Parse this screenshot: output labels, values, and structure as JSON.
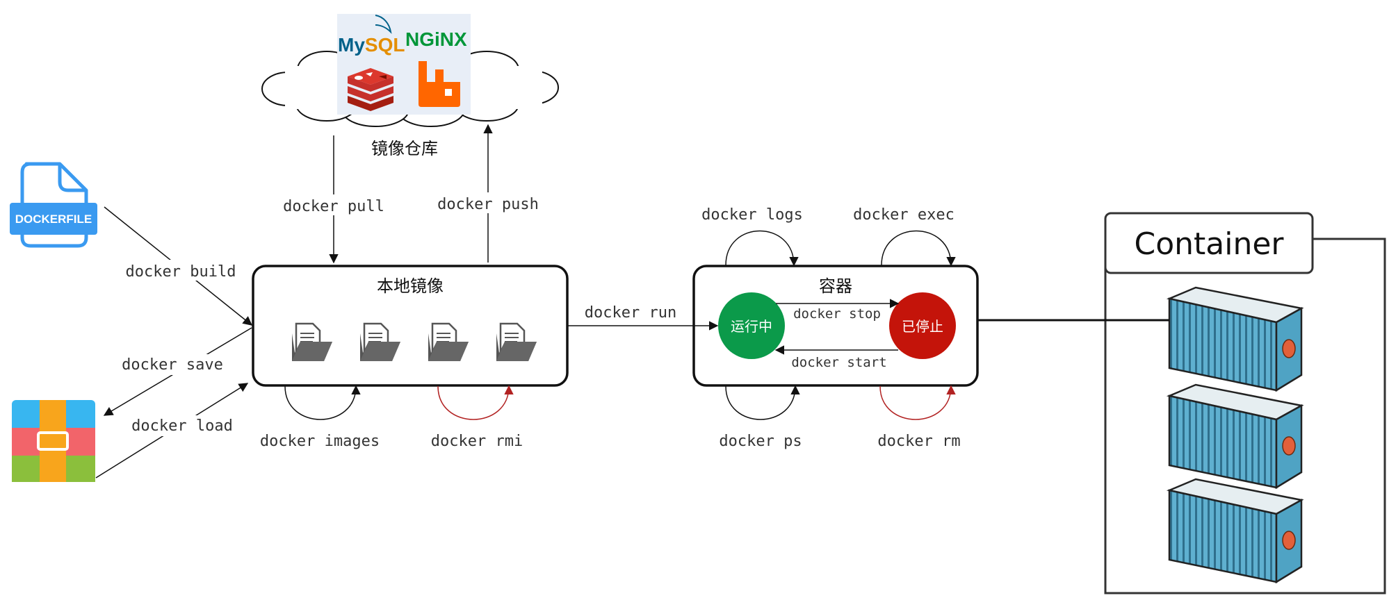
{
  "registry": {
    "label": "镜像仓库",
    "logos": {
      "mysql_my": "My",
      "mysql_sql": "SQL",
      "nginx": "NGiNX"
    }
  },
  "dockerfile": {
    "label": "DOCKERFILE"
  },
  "local_images": {
    "title": "本地镜像",
    "icon_count": 4
  },
  "container_box": {
    "title": "容器",
    "running": "运行中",
    "stopped": "已停止"
  },
  "container_panel": {
    "title": "Container"
  },
  "commands": {
    "pull": "docker pull",
    "push": "docker push",
    "build": "docker build",
    "save": "docker save",
    "load": "docker load",
    "images": "docker images",
    "rmi": "docker rmi",
    "run": "docker run",
    "logs": "docker logs",
    "exec": "docker exec",
    "stop": "docker stop",
    "start": "docker start",
    "ps": "docker ps",
    "rm": "docker rm"
  },
  "colors": {
    "running": "#0b9a4a",
    "stopped": "#c4140a",
    "stroke": "#111111",
    "red_arrow": "#b22222",
    "dockerfile_blue": "#3a9af0",
    "nginx_green": "#009639",
    "mysql_blue": "#00618a",
    "mysql_orange": "#e48e00",
    "redis_red": "#c6302b",
    "rabbitmq_orange": "#ff6600",
    "container_blue": "#4fa3c4"
  }
}
